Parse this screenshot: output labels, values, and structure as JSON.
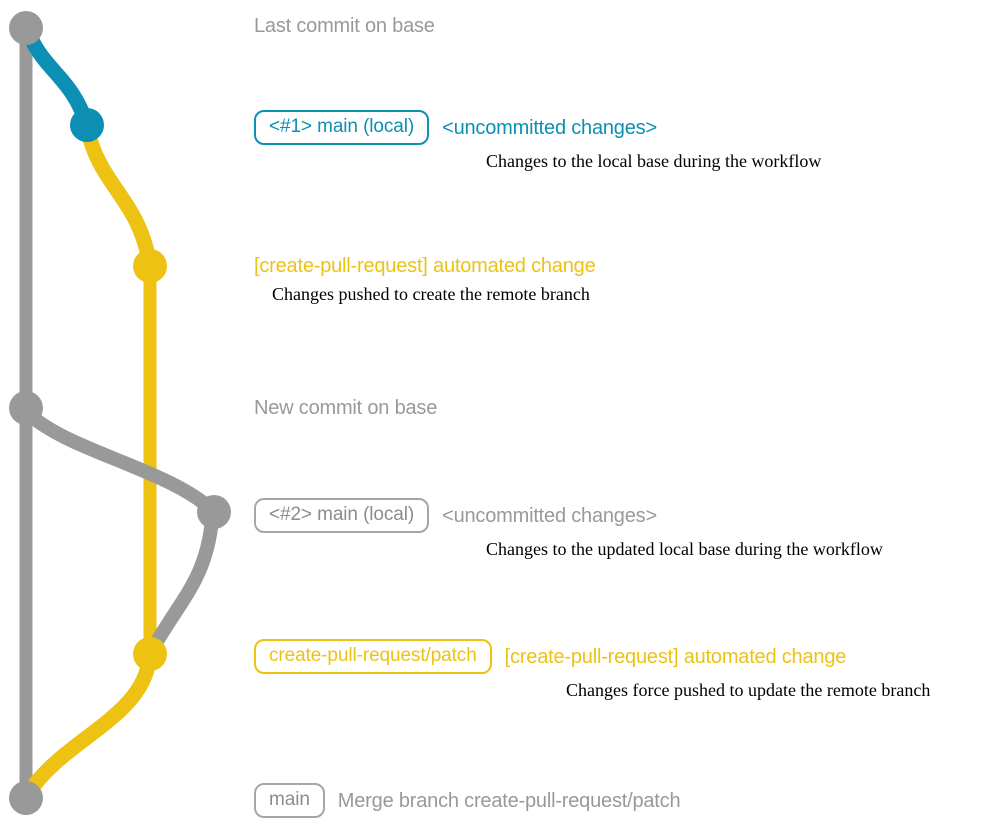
{
  "diagram": {
    "title": "git commit graph",
    "colors": {
      "base_gray": "#999999",
      "local_blue": "#0d8fb4",
      "remote_yellow": "#eec213",
      "description_text": "#000000",
      "background": "#ffffff"
    }
  },
  "rows": [
    {
      "id": "last-commit-on-base",
      "kind": "plain",
      "subject": "Last commit on base",
      "subject_color": "gray",
      "node_color": "#999999"
    },
    {
      "id": "local-1",
      "kind": "pill",
      "pill": "<#1> main (local)",
      "pill_color": "blue",
      "subject": "<uncommitted changes>",
      "subject_color": "blue",
      "description": "Changes to the local base during the workflow",
      "node_color": "#0d8fb4"
    },
    {
      "id": "automated-change-1",
      "kind": "plain",
      "subject": "[create-pull-request] automated change",
      "subject_color": "yellow",
      "description": "Changes pushed to create the remote branch",
      "node_color": "#eec213"
    },
    {
      "id": "new-commit-on-base",
      "kind": "plain",
      "subject": "New commit on base",
      "subject_color": "gray",
      "node_color": "#999999"
    },
    {
      "id": "local-2",
      "kind": "pill",
      "pill": "<#2> main (local)",
      "pill_color": "gray",
      "subject": "<uncommitted changes>",
      "subject_color": "gray",
      "description": "Changes to the updated local base during the workflow",
      "node_color": "#999999"
    },
    {
      "id": "automated-change-2",
      "kind": "pill",
      "pill": "create-pull-request/patch",
      "pill_color": "yellow",
      "subject": "[create-pull-request] automated change",
      "subject_color": "yellow",
      "description": "Changes force pushed to update the remote branch",
      "node_color": "#eec213"
    },
    {
      "id": "merge-commit",
      "kind": "pill",
      "pill": "main",
      "pill_color": "gray",
      "subject": "Merge branch create-pull-request/patch",
      "subject_color": "gray",
      "node_color": "#999999"
    }
  ]
}
